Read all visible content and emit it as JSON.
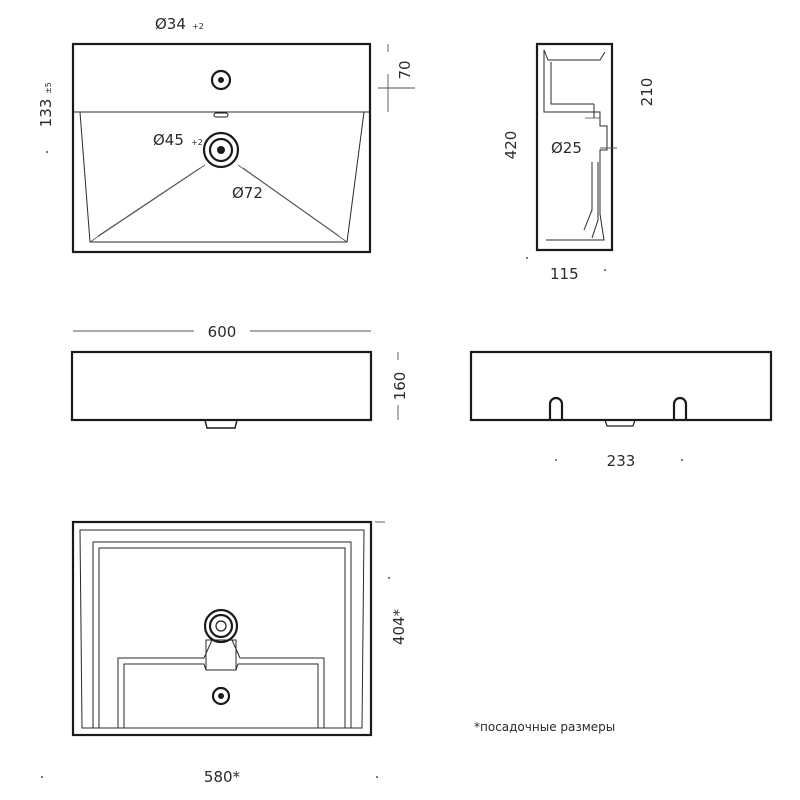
{
  "top_view": {
    "dia_tap": "Ø34",
    "dia_tap_tol": "+2",
    "height": "133",
    "height_tol": "±5",
    "depth_back": "70",
    "dia_drain": "Ø45",
    "dia_drain_tol": "+2",
    "dia_flange": "Ø72"
  },
  "side_section": {
    "height": "420",
    "upper": "210",
    "dia_overflow": "Ø25",
    "width": "115"
  },
  "front_view": {
    "width": "600",
    "height": "160"
  },
  "rear_view": {
    "width": "233"
  },
  "bottom_view": {
    "mount_height": "404*",
    "mount_width": "580*",
    "note": "*посадочные размеры"
  }
}
